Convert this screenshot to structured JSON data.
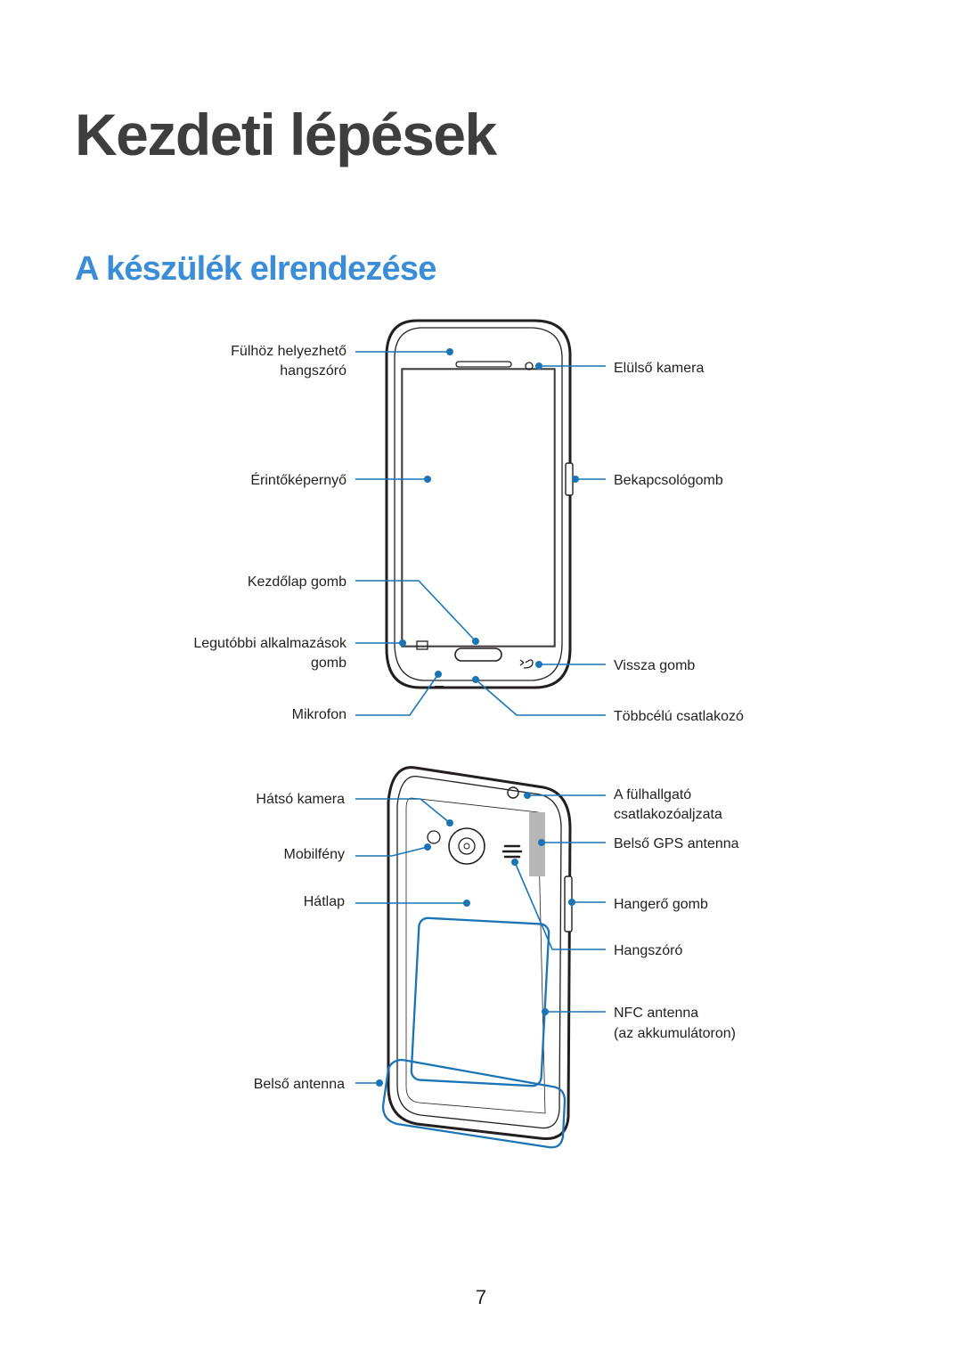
{
  "title": "Kezdeti lépések",
  "subtitle": "A készülék elrendezése",
  "page_number": "7",
  "colors": {
    "callout": "#1a74b5",
    "heading": "#3e3e3e",
    "subheading": "#3a8dd6",
    "device_outline": "#231f20"
  },
  "front_labels": {
    "earpiece": [
      "Fülhöz helyezhető",
      "hangszóró"
    ],
    "touchscreen": "Érintőképernyő",
    "home": "Kezdőlap gomb",
    "recent": [
      "Legutóbbi alkalmazások",
      "gomb"
    ],
    "mic": "Mikrofon",
    "front_camera": "Elülső kamera",
    "power": "Bekapcsológomb",
    "back_key": "Vissza gomb",
    "multi_jack": "Többcélú csatlakozó"
  },
  "back_labels": {
    "rear_camera": "Hátsó kamera",
    "flash": "Mobilfény",
    "back_cover": "Hátlap",
    "main_antenna": "Belső antenna",
    "headset_jack": [
      "A fülhallgató",
      "csatlakozóaljzata"
    ],
    "gps": "Belső GPS antenna",
    "volume": "Hangerő gomb",
    "speaker": "Hangszóró",
    "nfc": [
      "NFC antenna",
      "(az akkumulátoron)"
    ]
  }
}
